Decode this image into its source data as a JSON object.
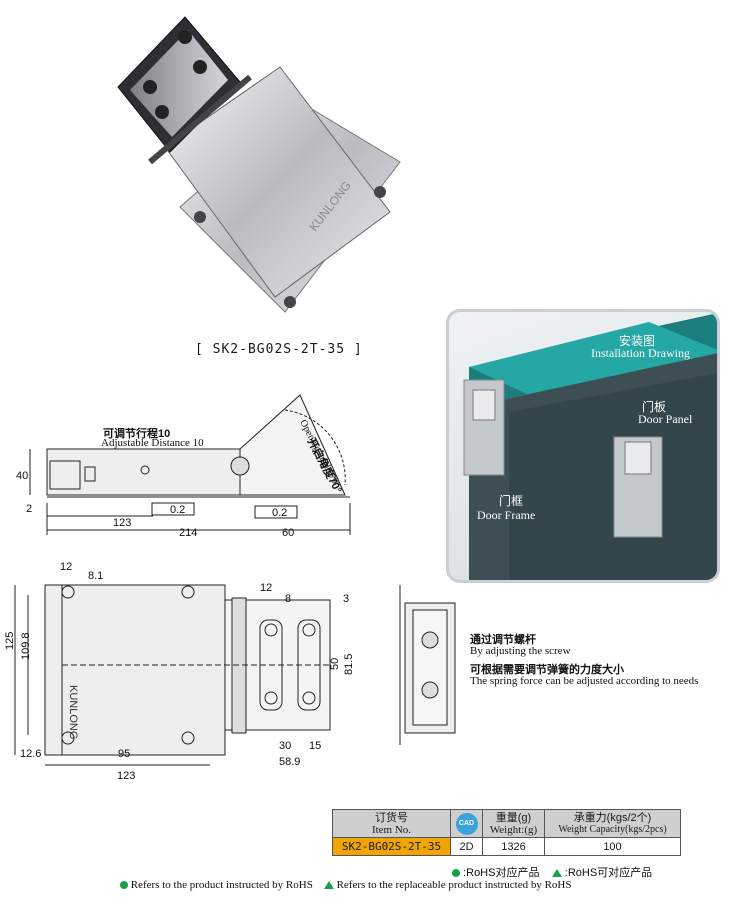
{
  "product": {
    "code_caption": "[ SK2-BG02S-2T-35 ]",
    "brand_mark": "KUNLONG"
  },
  "install_panel": {
    "title_zh": "安装图",
    "title_en": "Installation Drawing",
    "door_panel_zh": "门板",
    "door_panel_en": "Door Panel",
    "door_frame_zh": "门框",
    "door_frame_en": "Door Frame"
  },
  "side_view": {
    "adjust_zh": "可调节行程10",
    "adjust_en": "Adjustable Distance  10",
    "angle_zh": "开启角度70°",
    "angle_en": "Opening angle 70°",
    "dims": {
      "h40": "40",
      "d2": "2",
      "w123": "123",
      "w214": "214",
      "w60": "60",
      "tol1": "0.2",
      "tol2": "0.2"
    }
  },
  "top_view": {
    "brand_mark": "KUNLONG",
    "dims": {
      "d12a": "12",
      "d8_1": "8.1",
      "d125": "125",
      "d109_8": "109.8",
      "d12_6": "12.6",
      "d95": "95",
      "d123": "123",
      "d12b": "12",
      "d8": "8",
      "d3": "3",
      "d50": "50",
      "d81_5": "81.5",
      "d30": "30",
      "d15": "15",
      "d58_9": "58.9"
    }
  },
  "notes": {
    "screw_zh": "通过调节螺杆",
    "screw_en": "By adjusting the screw",
    "spring_zh": "可根据需要调节弹簧的力度大小",
    "spring_en": "The spring force can be adjusted according to needs"
  },
  "table": {
    "h_item_zh": "订货号",
    "h_item_en": "Item No.",
    "h_cad": "CAD",
    "h_weight_zh": "重量(g)",
    "h_weight_en": "Weight:(g)",
    "h_cap_zh": "承重力(kgs/2个)",
    "h_cap_en": "Weight Capacity(kgs/2pcs)",
    "item": "SK2-BG02S-2T-35",
    "cad": "2D",
    "weight": "1326",
    "capacity": "100"
  },
  "legend": {
    "rohs_zh": ":RoHS对应产品",
    "rohs_repl_zh": ":RoHS可对应产品",
    "rohs_en": "Refers to the product instructed by RoHS",
    "rohs_repl_en": "Refers to the replaceable product instructed by RoHS"
  },
  "colors": {
    "orange": "#f0a500",
    "cad_blue": "#3aa3dc",
    "teal": "#1f8f8c",
    "rohs_green": "#18a04a"
  }
}
